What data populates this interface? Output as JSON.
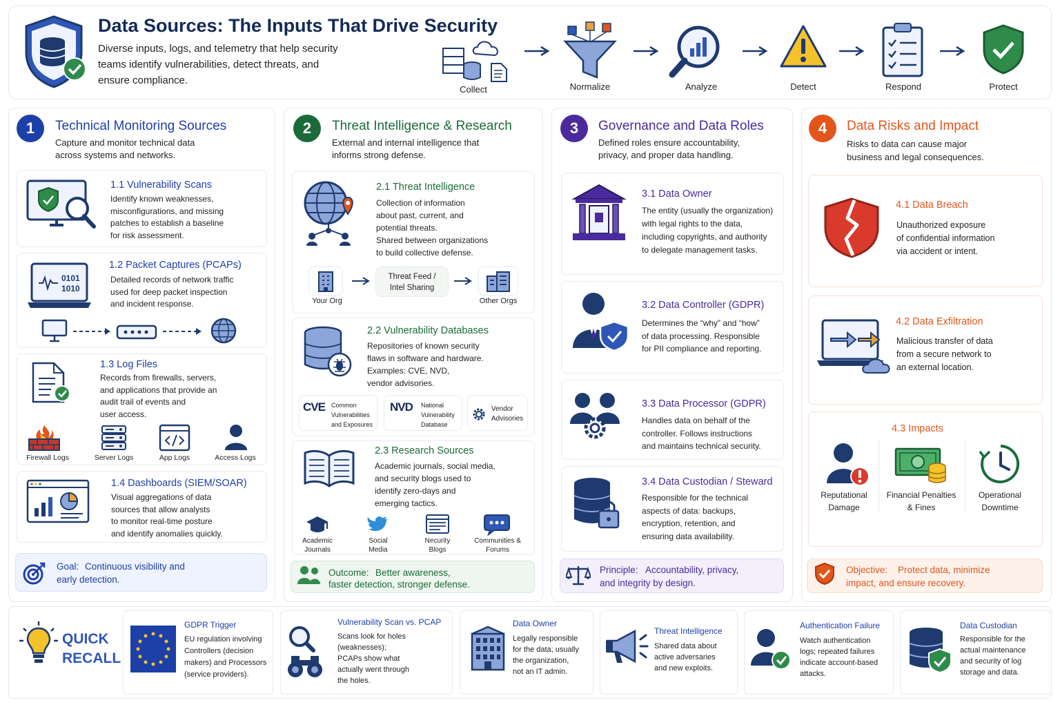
{
  "header": {
    "title": "Data Sources: The Inputs That Drive Security",
    "subtitle_lines": [
      "Diverse inputs, logs, and telemetry that help security",
      "teams identify vulnerabilities, detect threats, and",
      "ensure compliance."
    ],
    "flow": [
      "Collect",
      "Normalize",
      "Analyze",
      "Detect",
      "Respond",
      "Protect"
    ]
  },
  "s1": {
    "num": "1",
    "title": "Technical Monitoring Sources",
    "sub": [
      "Capture and monitor technical data",
      "across systems and networks."
    ],
    "c1": {
      "title": "1.1  Vulnerability Scans",
      "lines": [
        "Identify known weaknesses,",
        "misconfigurations, and missing",
        "patches to establish a baseline",
        "for risk assessment."
      ]
    },
    "c2": {
      "title": "1.2  Packet Captures (PCAPs)",
      "lines": [
        "Detailed records of network traffic",
        "used for deep packet inspection",
        "and incident response."
      ],
      "binary": [
        "0101",
        "1010"
      ]
    },
    "c3": {
      "title": "1.3  Log Files",
      "lines": [
        "Records from firewalls, servers,",
        "and applications that provide an",
        "audit trail of events and",
        "user access."
      ],
      "icons": [
        "Firewall Logs",
        "Server Logs",
        "App Logs",
        "Access Logs"
      ]
    },
    "c4": {
      "title": "1.4  Dashboards (SIEM/SOAR)",
      "lines": [
        "Visual aggregations of data",
        "sources that allow analysts",
        "to monitor real-time posture",
        "and identify anomalies quickly."
      ]
    },
    "goal_label": "Goal:",
    "goal_lines": [
      "Continuous visibility and",
      "early detection."
    ]
  },
  "s2": {
    "num": "2",
    "title": "Threat Intelligence & Research",
    "sub": [
      "External and internal intelligence that",
      "informs strong defense."
    ],
    "c1": {
      "title": "2.1  Threat Intelligence",
      "lines": [
        "Collection of information",
        "about past, current, and",
        "potential threats.",
        "Shared between organizations",
        "to build collective defense."
      ],
      "your_org": "Your Org",
      "feed": [
        "Threat Feed /",
        "Intel Sharing"
      ],
      "other_orgs": "Other Orgs"
    },
    "c2": {
      "title": "2.2  Vulnerability Databases",
      "lines": [
        "Repositories of known security",
        "flaws in software and hardware.",
        "Examples: CVE, NVD,",
        "vendor advisories."
      ],
      "cve": "CVE",
      "cve_desc": [
        "Common",
        "Vulnerabilities",
        "and Exposures"
      ],
      "nvd": "NVD",
      "nvd_desc": [
        "National",
        "Vulnerability",
        "Database"
      ],
      "vendor": [
        "Vendor",
        "Advisories"
      ]
    },
    "c3": {
      "title": "2.3  Research Sources",
      "lines": [
        "Academic journals, social media,",
        "and security blogs used to",
        "identify zero-days and",
        "emerging tactics."
      ],
      "icons": [
        [
          "Academic",
          "Journals"
        ],
        [
          "Social",
          "Media"
        ],
        [
          "Necurity",
          "Blogs"
        ],
        [
          "Communities &",
          "Forums"
        ]
      ]
    },
    "outcome_label": "Outcome:",
    "outcome_lines": [
      "Better awareness,",
      "faster detection, stronger defense."
    ]
  },
  "s3": {
    "num": "3",
    "title": "Governance and Data Roles",
    "sub": [
      "Defined roles ensure accountability,",
      "privacy, and proper data handling."
    ],
    "c1": {
      "title": "3.1  Data Owner",
      "lines": [
        "The entity (usually the organization)",
        "with legal rights to the data,",
        "including copyrights, and authority",
        "to delegate management tasks."
      ]
    },
    "c2": {
      "title": "3.2  Data Controller (GDPR)",
      "lines": [
        "Determines the “why” and “how”",
        "of data processing. Responsible",
        "for PII compliance and reporting."
      ]
    },
    "c3": {
      "title": "3.3  Data Processor (GDPR)",
      "lines": [
        "Handles data on behalf of the",
        "controller. Follows instructions",
        "and maintains technical security."
      ]
    },
    "c4": {
      "title": "3.4  Data Custodian / Steward",
      "lines": [
        "Responsible for the technical",
        "aspects of data: backups,",
        "encryption, retention, and",
        "ensuring data availability."
      ]
    },
    "principle_label": "Principle:",
    "principle_lines": [
      "Accountability, privacy,",
      "and integrity by design."
    ]
  },
  "s4": {
    "num": "4",
    "title": "Data Risks and Impact",
    "sub": [
      "Risks to data can cause major",
      "business and legal consequences."
    ],
    "c1": {
      "title": "4.1  Data Breach",
      "lines": [
        "Unauthorized exposure",
        "of confidential information",
        "via accident or intent."
      ]
    },
    "c2": {
      "title": "4.2  Data Exfiltration",
      "lines": [
        "Malicious transfer of data",
        "from a secure network to",
        "an external location."
      ]
    },
    "c3": {
      "title": "4.3  Impacts",
      "items": [
        [
          "Reputational",
          "Damage"
        ],
        [
          "Financial Penalties",
          "& Fines"
        ],
        [
          "Operational",
          "Downtime"
        ]
      ]
    },
    "objective_label": "Objective:",
    "objective_lines": [
      "Protect data, minimize",
      "impact, and ensure recovery."
    ]
  },
  "recall": {
    "label": [
      "QUICK",
      "RECALL"
    ],
    "cards": [
      {
        "title": "GDPR Trigger",
        "lines": [
          "EU regulation involving",
          "Controllers (decision",
          "makers) and Processors",
          "(service providers)."
        ]
      },
      {
        "title": "Vulnerability Scan vs. PCAP",
        "lines": [
          "Scans look for holes",
          "(weaknesses);",
          "PCAPs show what",
          "actually went through",
          "the holes."
        ]
      },
      {
        "title": "Data Owner",
        "lines": [
          "Legally responsible",
          "for the data; usually",
          "the organization,",
          "not an IT admin."
        ]
      },
      {
        "title": "Threat Intelligence",
        "lines": [
          "Shared data about",
          "active adversaries",
          "and new exploits."
        ]
      },
      {
        "title": "Authentication Failure",
        "lines": [
          "Watch authentication",
          "logs; repeated failures",
          "indicate account-based",
          "attacks."
        ]
      },
      {
        "title": "Data Custodian",
        "lines": [
          "Responsible for the",
          "actual maintenance",
          "and security of log",
          "storage and data."
        ]
      }
    ]
  },
  "colors": {
    "blue": "#1d3fa8",
    "green": "#1b6b3a",
    "purple": "#4a2a9c",
    "orange": "#e2561c",
    "navy": "#1e3a6e"
  }
}
